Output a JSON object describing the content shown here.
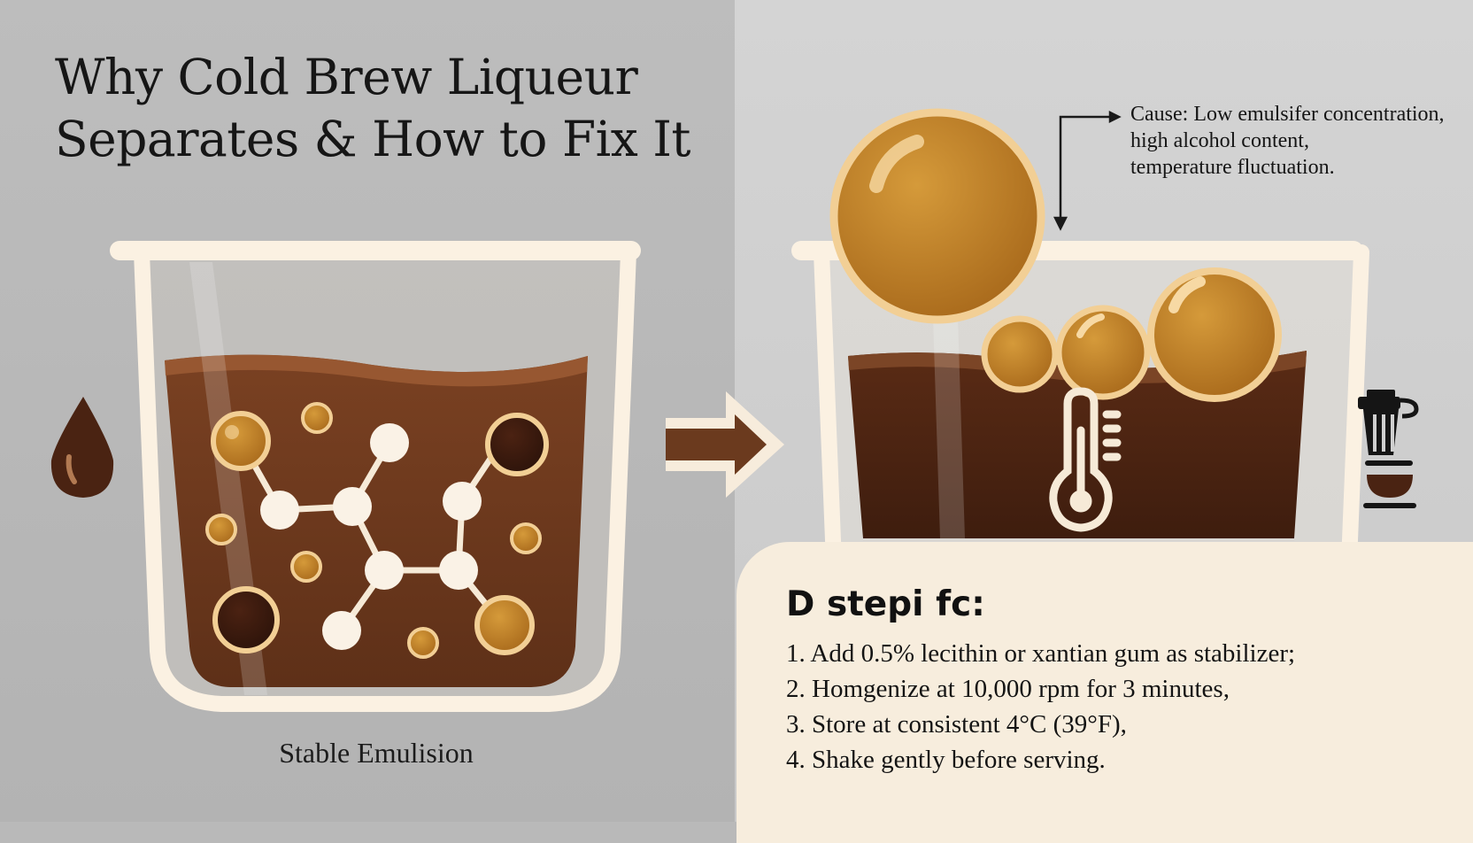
{
  "title": {
    "line1": "Why Cold Brew Liqueur",
    "line2": "Separates & How to Fix It"
  },
  "stable": {
    "caption": "Stable Emulision"
  },
  "cause": {
    "line1": "Cause: Low emulsifer concentration,",
    "line2": "high alcohol content,",
    "line3": "temperature fluctuation."
  },
  "fix": {
    "heading": "D stepi fc:",
    "steps": [
      "1. Add 0.5% lecithin or xantian gum as stabilizer;",
      "2. Homgenize at 10,000 rpm for 3 minutes,",
      "3. Store at consistent 4°C (39°F),",
      "4. Shake gently before serving."
    ]
  },
  "icons": {
    "drop": "coffee-drop-icon",
    "arrow": "right-arrow-icon",
    "thermometer": "thermometer-icon",
    "coffee_maker": "coffee-maker-icon"
  },
  "colors": {
    "coffee": "#6e3a1c",
    "coffee_dark": "#4a2312",
    "droplet": "#b8791f",
    "cream": "#f7eddd",
    "cup_rim": "#fbf1e2"
  }
}
